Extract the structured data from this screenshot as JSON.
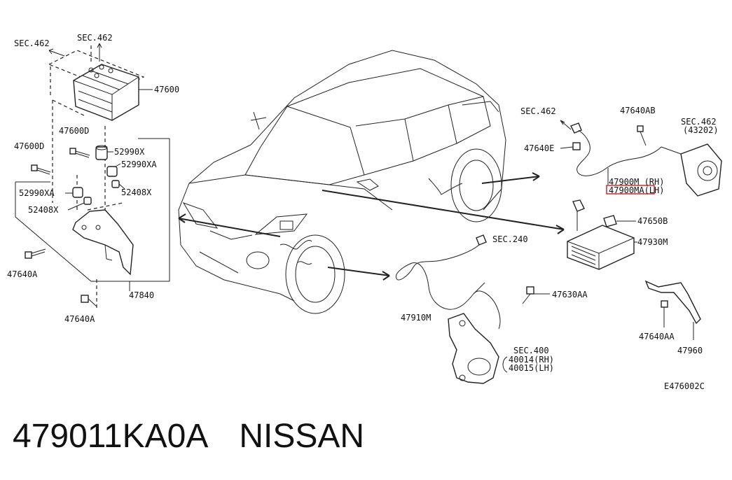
{
  "labels": {
    "sec462_a": "SEC.462",
    "sec462_b": "SEC.462",
    "l47600": "47600",
    "l47600d_1": "47600D",
    "l47600d_2": "47600D",
    "l52990x": "52990X",
    "l52990xa_1": "52990XA",
    "l52408x_1": "52408X",
    "l52990xa_2": "52990XA",
    "l52408x_2": "52408X",
    "l47640a_1": "47640A",
    "l47840": "47840",
    "l47640a_2": "47640A",
    "sec462_c": "SEC.462",
    "l47640ab": "47640AB",
    "sec462_d": "SEC.462",
    "l43202": "(43202)",
    "l47640e": "47640E",
    "l47900m": "47900M (RH)",
    "l47900ma": "47900MA(LH)",
    "l47650b": "47650B",
    "l47930m": "47930M",
    "sec240": "SEC.240",
    "l47630aa": "47630AA",
    "l47910m": "47910M",
    "sec400": "SEC.400",
    "l40014": "40014(RH)",
    "l40015": "40015(LH)",
    "l47640aa": "47640AA",
    "l47960": "47960",
    "diagram_code": "E476002C"
  },
  "footer": {
    "part_number": "479011KA0A",
    "brand": "NISSAN"
  },
  "colors": {
    "highlight": "#d9161b",
    "line": "#222222"
  }
}
